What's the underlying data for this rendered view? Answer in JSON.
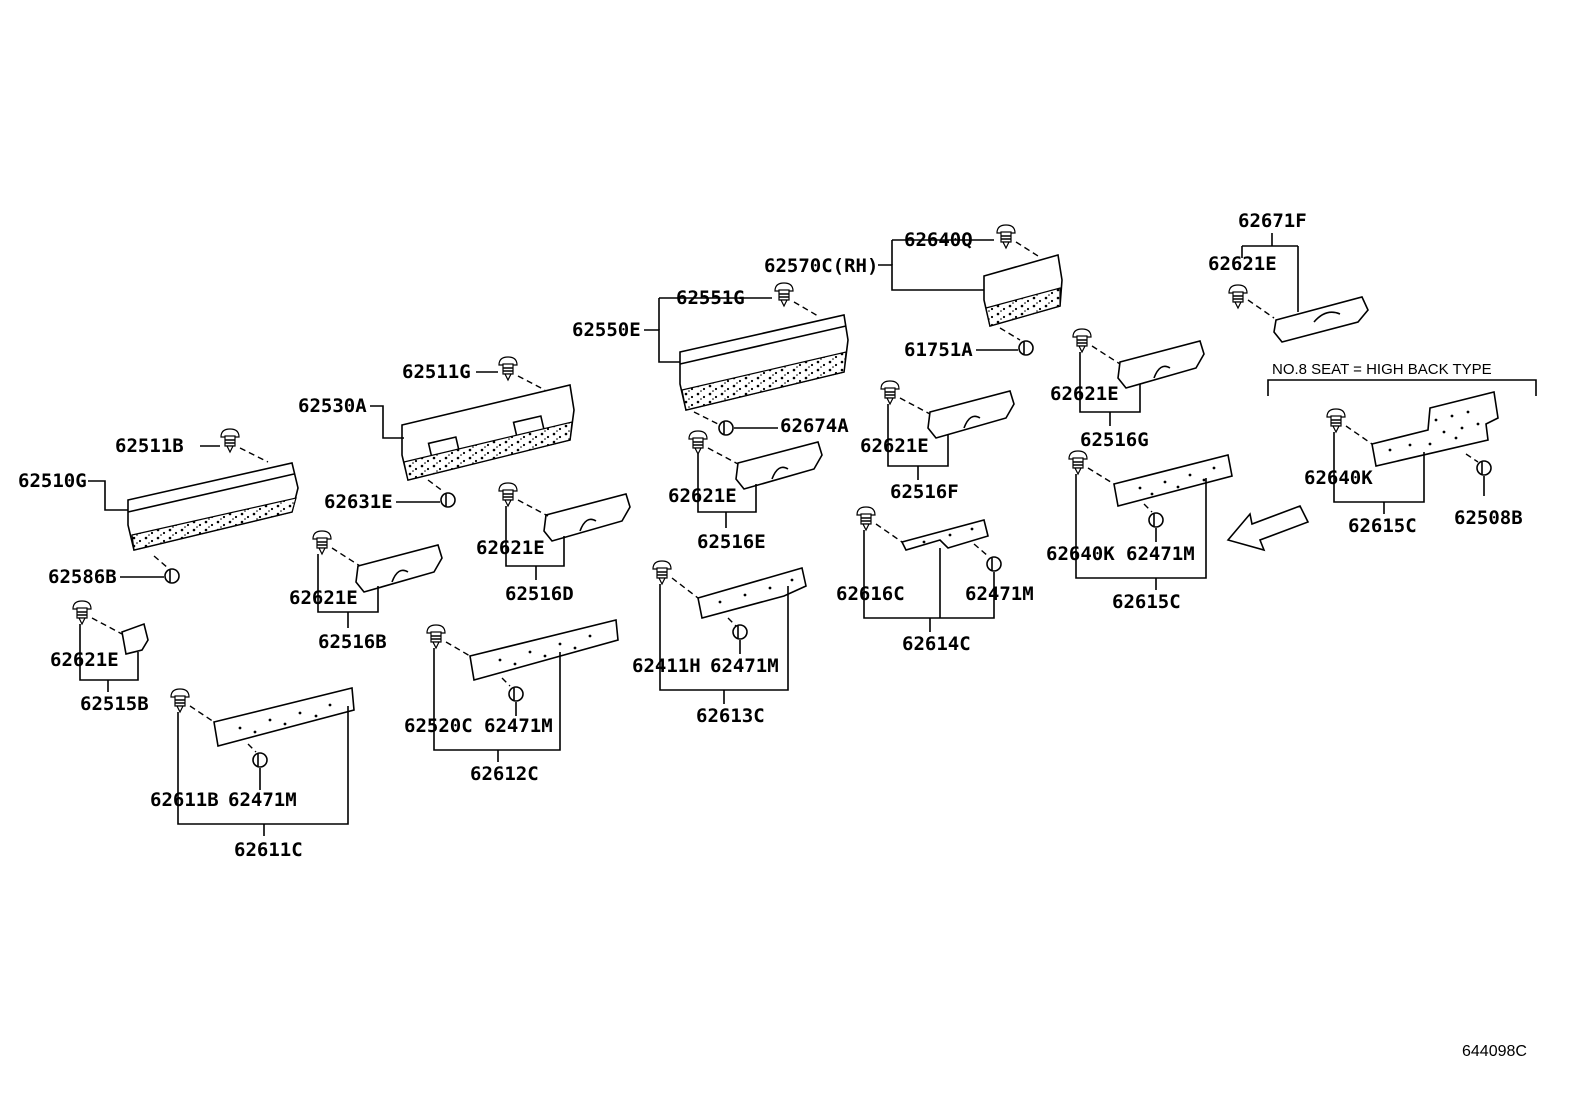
{
  "footer_code": "644098C",
  "note": "NO.8 SEAT = HIGH BACK TYPE",
  "labels": {
    "l62510G": "62510G",
    "l62511B": "62511B",
    "l62586B": "62586B",
    "l62530A": "62530A",
    "l62511G": "62511G",
    "l62631E": "62631E",
    "l62550E": "62550E",
    "l62551G": "62551G",
    "l62674A": "62674A",
    "l62570C": "62570C(RH)",
    "l62640Q": "62640Q",
    "l61751A": "61751A",
    "l62671F": "62671F",
    "l62621E_a": "62621E",
    "l62621E_b": "62621E",
    "l62621E_c": "62621E",
    "l62621E_d": "62621E",
    "l62621E_e": "62621E",
    "l62621E_f": "62621E",
    "l62621E_g": "62621E",
    "l62516B": "62516B",
    "l62516D": "62516D",
    "l62516E": "62516E",
    "l62516F": "62516F",
    "l62516G": "62516G",
    "l62515B": "62515B",
    "l62611B": "62611B",
    "l62471M_a": "62471M",
    "l62611C": "62611C",
    "l62520C": "62520C",
    "l62471M_b": "62471M",
    "l62612C": "62612C",
    "l62411H": "62411H",
    "l62471M_c": "62471M",
    "l62613C": "62613C",
    "l62616C": "62616C",
    "l62471M_d": "62471M",
    "l62614C": "62614C",
    "l62640K_a": "62640K",
    "l62471M_e": "62471M",
    "l62615C_a": "62615C",
    "l62640K_b": "62640K",
    "l62615C_b": "62615C",
    "l62508B": "62508B"
  }
}
